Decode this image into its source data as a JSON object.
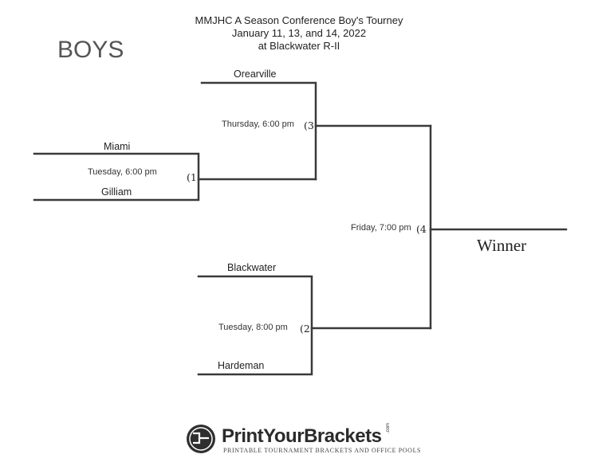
{
  "header": {
    "line1": "MMJHC A Season Conference Boy's Tourney",
    "line2": "January 11, 13, and 14, 2022",
    "line3": "at Blackwater R-II"
  },
  "division_label": "BOYS",
  "bracket": {
    "games": [
      {
        "number": "(1",
        "time": "Tuesday, 6:00 pm",
        "team_top": "Miami",
        "team_bottom": "Gilliam"
      },
      {
        "number": "(2",
        "time": "Tuesday, 8:00 pm",
        "team_top": "Blackwater",
        "team_bottom": "Hardeman"
      },
      {
        "number": "(3",
        "time": "Thursday, 6:00 pm",
        "team_top": "Orearville"
      },
      {
        "number": "(4",
        "time": "Friday, 7:00 pm"
      }
    ],
    "winner_label": "Winner"
  },
  "footer_logo": {
    "name_part1": "PrintYour",
    "name_part2": "Brackets",
    "suffix": ".com",
    "tagline": "PRINTABLE TOURNAMENT BRACKETS AND OFFICE POOLS",
    "icon": "bracket-logo-icon"
  },
  "colors": {
    "line": "#3a3a3a",
    "text": "#222222",
    "boys_label": "#555555"
  }
}
